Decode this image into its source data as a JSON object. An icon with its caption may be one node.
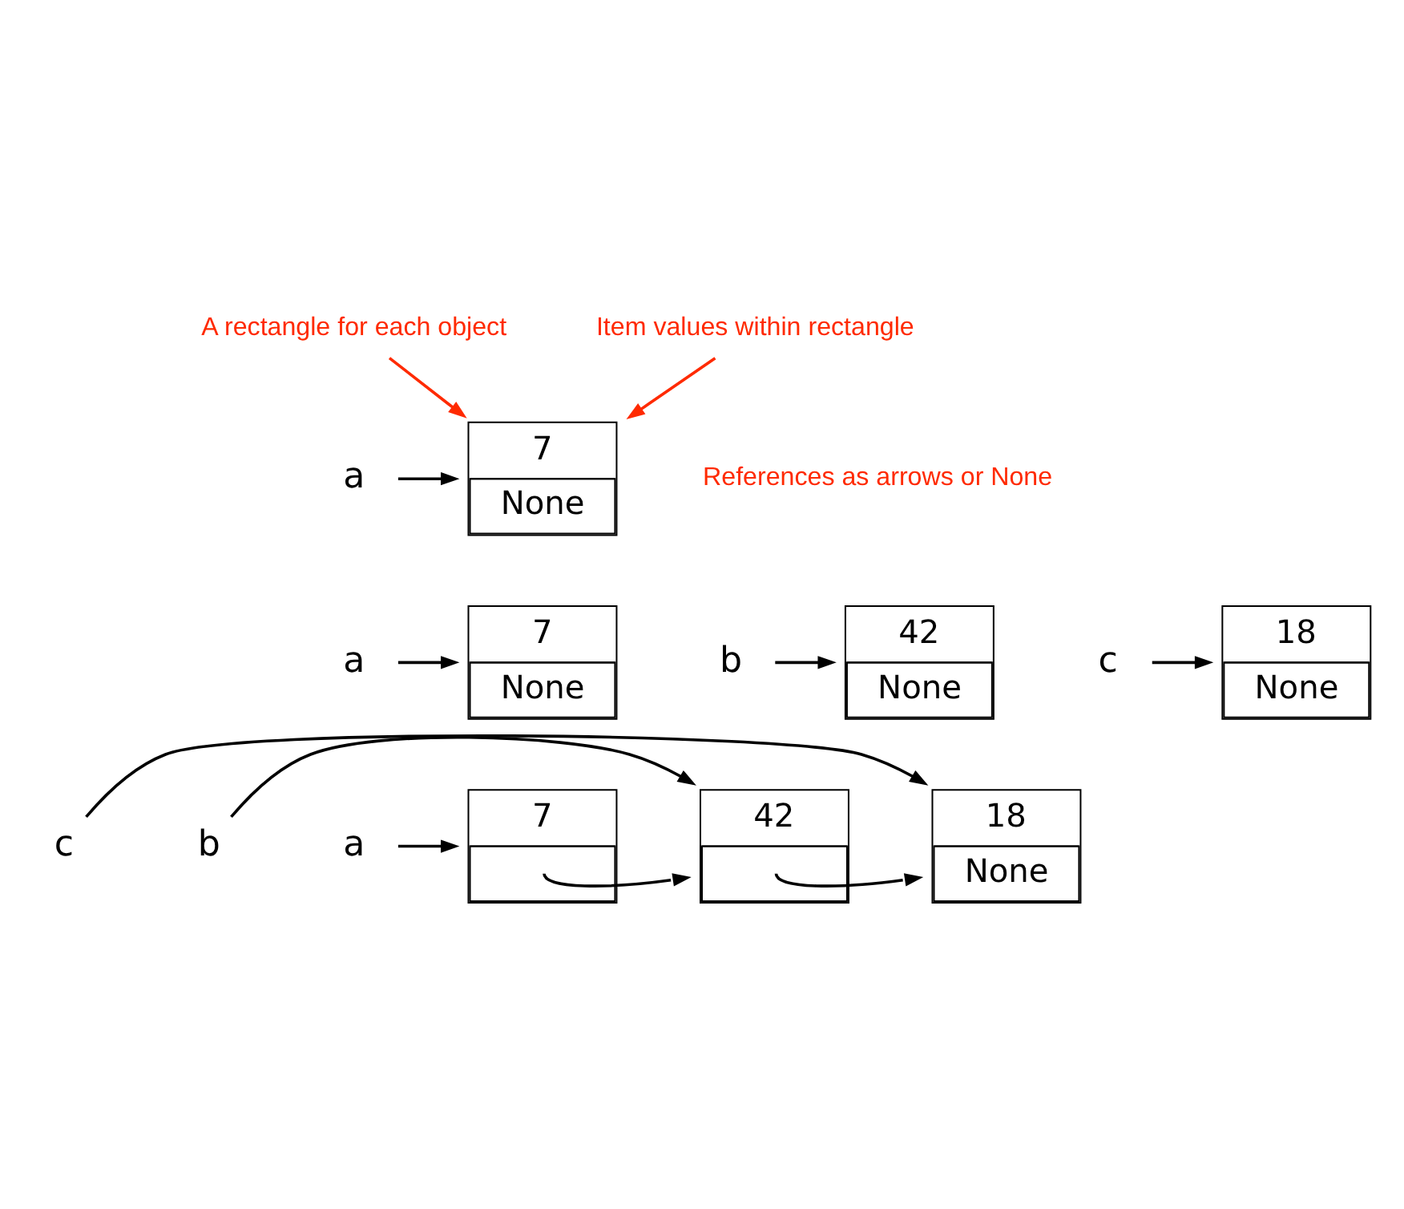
{
  "diagram": {
    "nodes": [
      {
        "text": [
          "A rectangle for each object"
        ]
      },
      {
        "text": [
          "Item values within rectangle"
        ]
      },
      {
        "text": [
          "a"
        ]
      },
      {
        "text": [
          "7",
          "None"
        ]
      },
      {
        "text": [
          "a"
        ]
      },
      {
        "text": [
          "7",
          "None"
        ]
      },
      {
        "text": [
          "b"
        ]
      },
      {
        "text": [
          "42",
          "None"
        ]
      },
      {
        "text": [
          "c"
        ]
      },
      {
        "text": [
          "18",
          "None"
        ]
      },
      {
        "text": [
          "a"
        ]
      },
      {
        "text": [
          "7"
        ]
      },
      {
        "text": [
          "b"
        ]
      },
      {
        "text": [
          "42"
        ]
      },
      {
        "text": [
          "c"
        ]
      },
      {
        "text": [
          "18",
          "None"
        ]
      }
    ],
    "edges": [
      {
        "from": 0,
        "to": 3,
        "arrow": "to",
        "color": "#ff2a00"
      },
      {
        "from": 1,
        "to": 3,
        "arrow": "to",
        "color": "#ff2a00"
      },
      {
        "from": 2,
        "to": 3,
        "arrow": "to"
      },
      {
        "from": 4,
        "to": 5,
        "arrow": "to"
      },
      {
        "from": 6,
        "to": 7,
        "arrow": "to"
      },
      {
        "from": 8,
        "to": 9,
        "arrow": "to"
      },
      {
        "from": 10,
        "to": 11,
        "arrow": "to"
      },
      {
        "from": 12,
        "to": 13,
        "arrow": "to"
      },
      {
        "from": 14,
        "to": 15,
        "arrow": "to"
      },
      {
        "from": 11,
        "to": 13,
        "arrow": "to"
      },
      {
        "from": 13,
        "to": 15,
        "arrow": "to"
      }
    ],
    "labels": [
      "References as arrows or None"
    ]
  }
}
